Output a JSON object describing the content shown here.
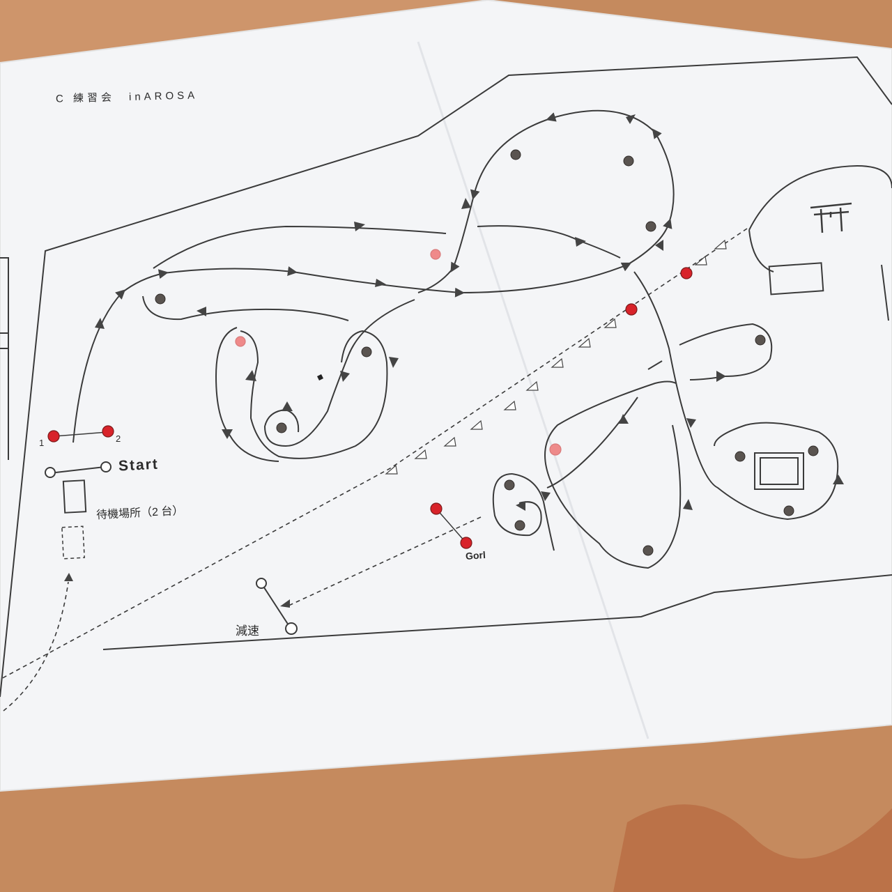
{
  "header_text": "C 練習会　inAROSA",
  "labels": {
    "start": "Start",
    "pylon_1": "1",
    "pylon_2": "2",
    "waiting_area": "待機場所（2 台）",
    "goal": "Gorl",
    "decelerate": "減速"
  },
  "colors": {
    "paper": "#f4f5f7",
    "carpet": "#c58a5e",
    "ink": "#3a3a3a",
    "red_cone": "#d8232a",
    "grey_cone": "#5a5450"
  },
  "icons": [
    "torii-gate-icon",
    "square-building-icon"
  ]
}
